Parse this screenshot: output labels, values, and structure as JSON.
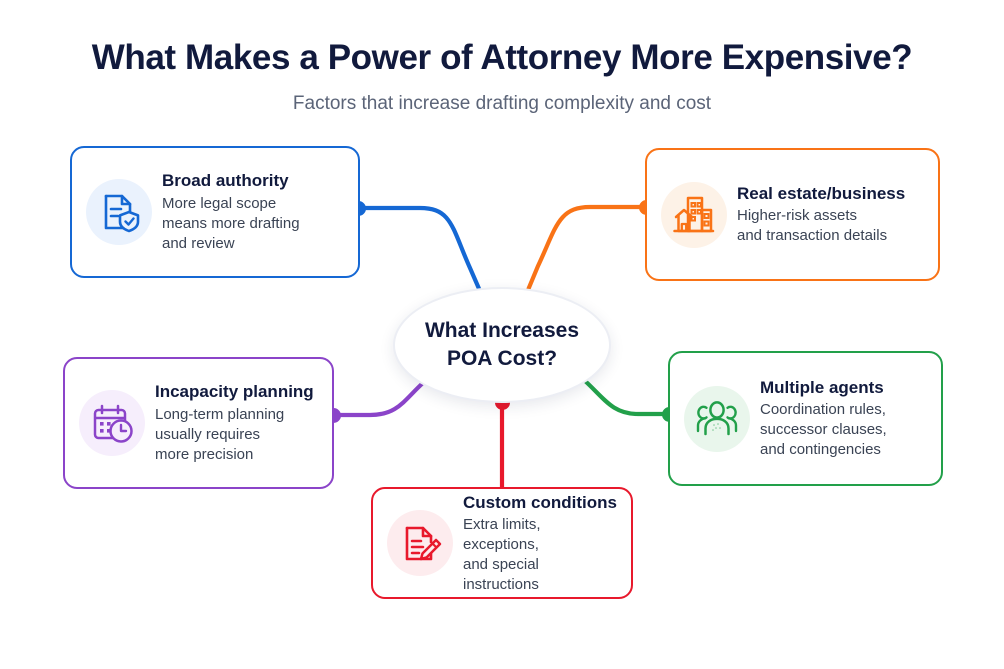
{
  "header": {
    "title": "What Makes a Power of Attorney More Expensive?",
    "subtitle": "Factors that increase drafting complexity and cost"
  },
  "center": {
    "line1": "What Increases",
    "line2": "POA Cost?",
    "border_color": "#eceef4",
    "background": "#ffffff"
  },
  "colors": {
    "title": "#111a3d",
    "subtitle": "#5b6478",
    "body": "#3a4354",
    "page_background": "#ffffff"
  },
  "cards": [
    {
      "id": "broad-authority",
      "title": "Broad authority",
      "desc": "More legal scope means more drafting and review",
      "desc_lines": [
        "More legal scope",
        "means more drafting",
        "and review"
      ],
      "icon": "document-shield-icon",
      "accent": "#1568d4",
      "icon_bg": "#eaf2fd",
      "position": "top-left"
    },
    {
      "id": "real-estate",
      "title": "Real estate/business",
      "desc": "Higher-risk assets and transaction details",
      "desc_lines": [
        "Higher-risk assets",
        "and transaction details"
      ],
      "icon": "buildings-house-icon",
      "accent": "#f97316",
      "icon_bg": "#fdf2e7",
      "position": "top-right"
    },
    {
      "id": "incapacity-planning",
      "title": "Incapacity planning",
      "desc": "Long-term planning usually requires more precision",
      "desc_lines": [
        "Long-term planning",
        "usually requires",
        "more precision"
      ],
      "icon": "calendar-clock-icon",
      "accent": "#8b44c9",
      "icon_bg": "#f6eefc",
      "position": "bottom-left"
    },
    {
      "id": "multiple-agents",
      "title": "Multiple agents",
      "desc": "Coordination rules, successor clauses, and contingencies",
      "desc_lines": [
        "Coordination rules,",
        "successor clauses,",
        "and contingencies"
      ],
      "icon": "people-group-icon",
      "accent": "#22a04a",
      "icon_bg": "#e9f6ec",
      "position": "bottom-right"
    },
    {
      "id": "custom-conditions",
      "title": "Custom conditions",
      "desc": "Extra limits, exceptions, and special instructions",
      "desc_lines": [
        "Extra limits, exceptions,",
        "and special instructions"
      ],
      "icon": "document-pencil-icon",
      "accent": "#e8192c",
      "icon_bg": "#fdecee",
      "position": "bottom-center"
    }
  ]
}
